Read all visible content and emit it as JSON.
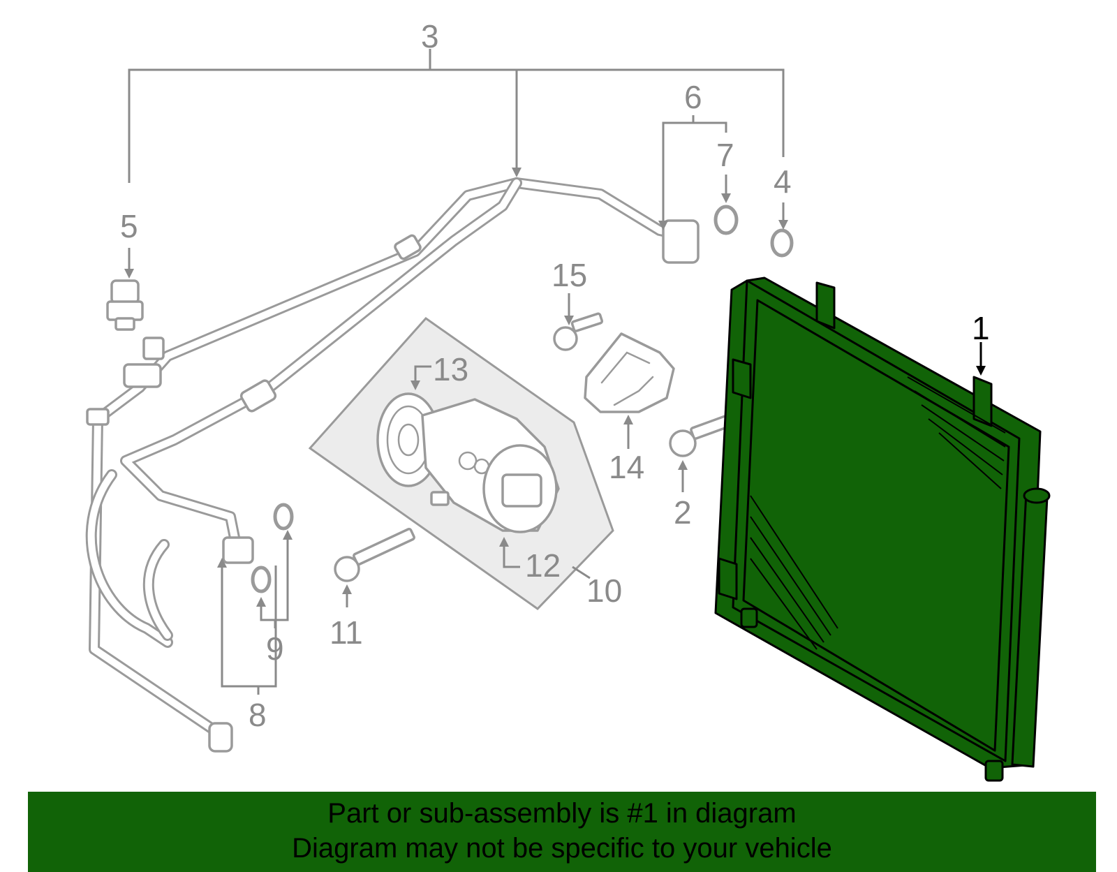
{
  "diagram": {
    "callouts": {
      "c1": "1",
      "c2": "2",
      "c3": "3",
      "c4": "4",
      "c5": "5",
      "c6": "6",
      "c7": "7",
      "c8": "8",
      "c9": "9",
      "c10": "10",
      "c11": "11",
      "c12": "12",
      "c13": "13",
      "c14": "14",
      "c15": "15"
    },
    "highlight_color": "#116307",
    "line_color": "#8a8a8a"
  },
  "banner": {
    "line1": "Part or sub-assembly is #1 in diagram",
    "line2": "Diagram may not be specific to your vehicle"
  }
}
